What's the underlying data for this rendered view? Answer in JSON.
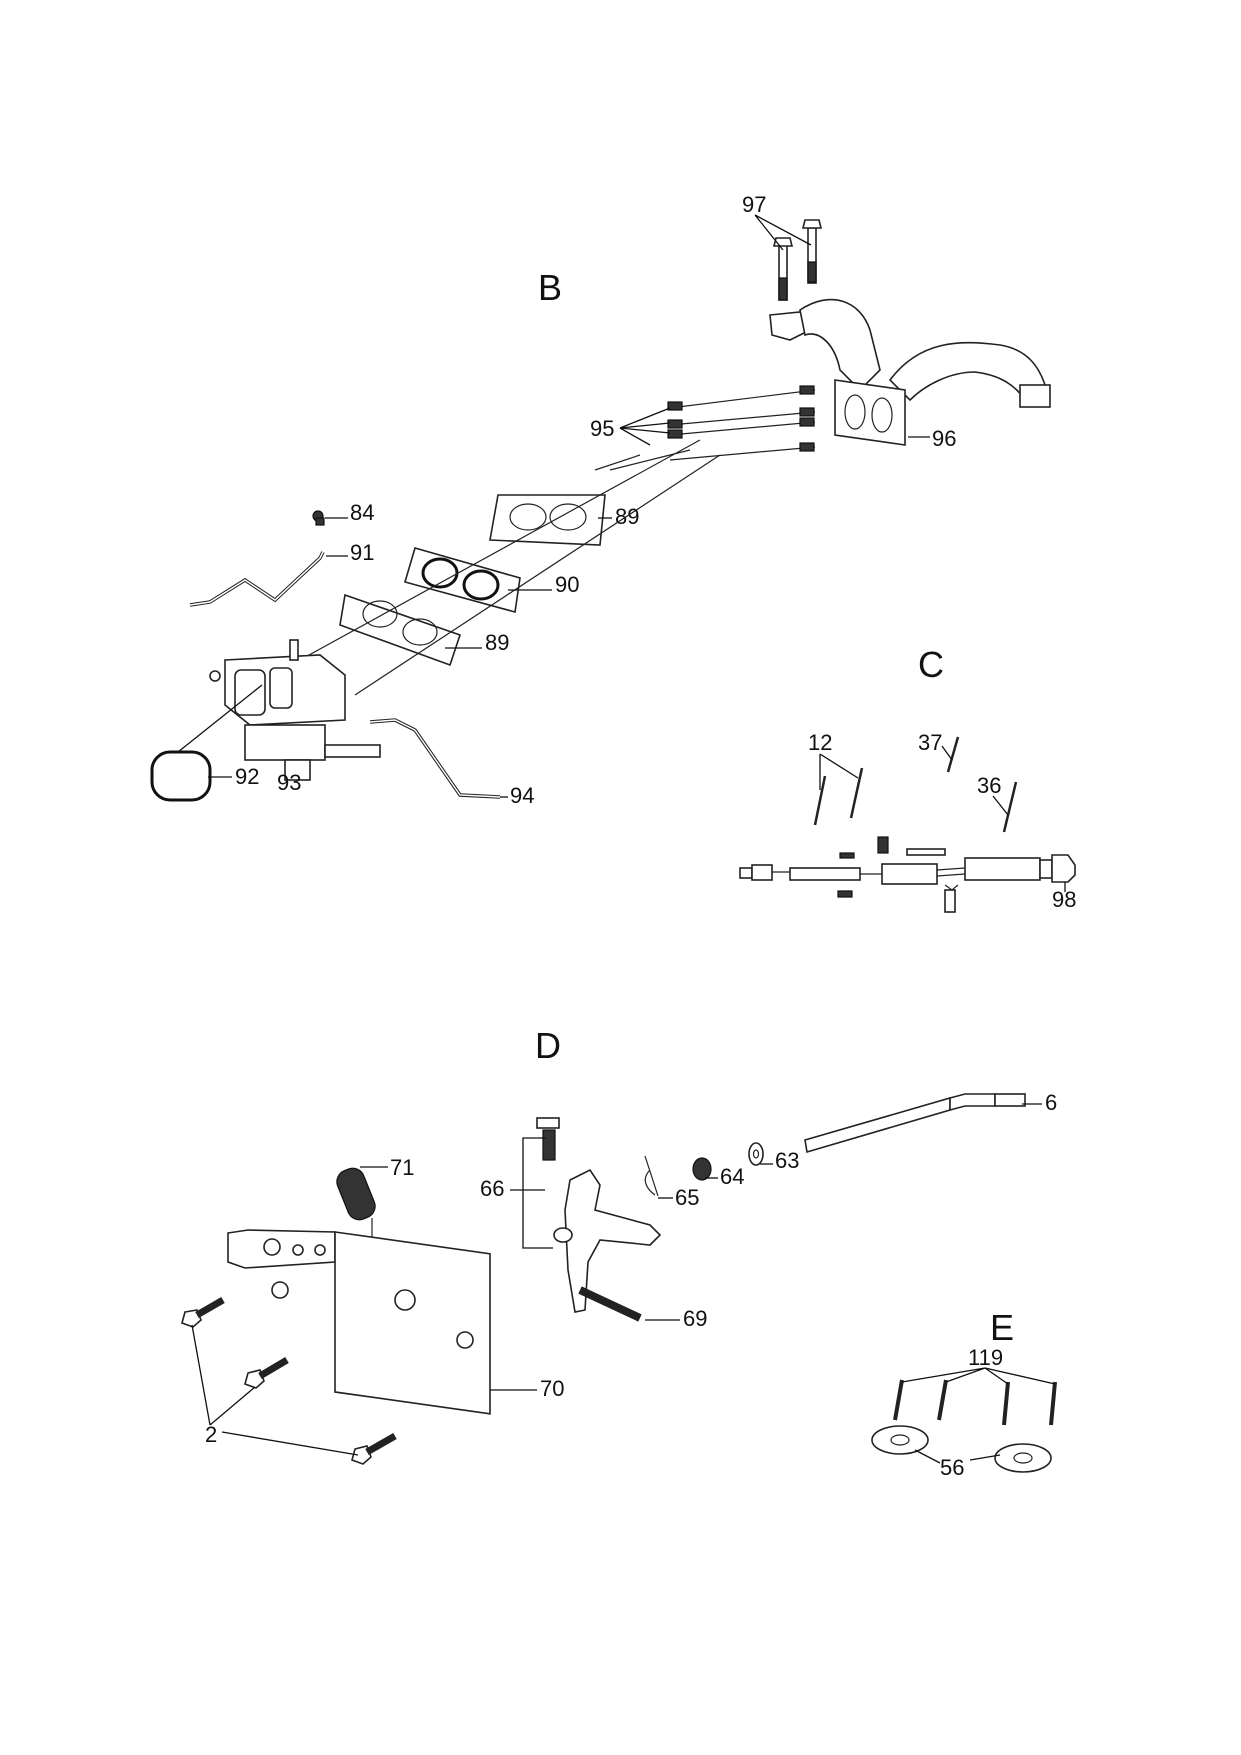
{
  "sections": {
    "B": "B",
    "C": "C",
    "D": "D",
    "E": "E"
  },
  "callouts": {
    "p97": "97",
    "p95": "95",
    "p96": "96",
    "p84": "84",
    "p91": "91",
    "p89a": "89",
    "p90": "90",
    "p89b": "89",
    "p92": "92",
    "p93": "93",
    "p94": "94",
    "p12": "12",
    "p37": "37",
    "p36": "36",
    "p98": "98",
    "p6": "6",
    "p63": "63",
    "p64": "64",
    "p65": "65",
    "p66": "66",
    "p71": "71",
    "p69": "69",
    "p70": "70",
    "p2": "2",
    "p119": "119",
    "p56": "56"
  }
}
